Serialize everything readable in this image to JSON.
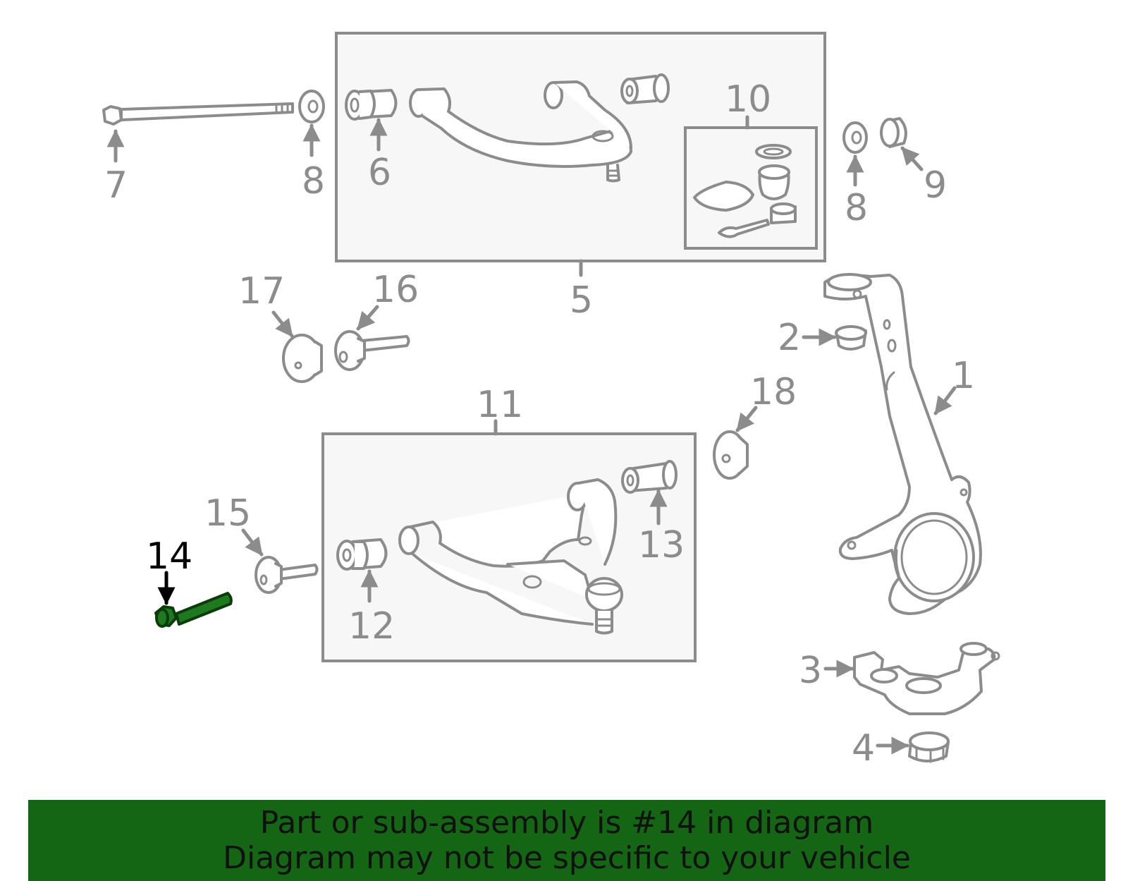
{
  "colors": {
    "part_gray": "#8c8c8c",
    "highlight_part": "#1f7a1f",
    "banner_bg": "#146614",
    "banner_text": "#111111"
  },
  "callouts": {
    "c1": "1",
    "c2": "2",
    "c3": "3",
    "c4": "4",
    "c5": "5",
    "c6": "6",
    "c7": "7",
    "c8a": "8",
    "c8b": "8",
    "c9": "9",
    "c10": "10",
    "c11": "11",
    "c12": "12",
    "c13": "13",
    "c14": "14",
    "c15": "15",
    "c16": "16",
    "c17": "17",
    "c18": "18"
  },
  "highlighted_part": "14",
  "banner": {
    "line1": "Part or sub-assembly is #14 in diagram",
    "line2": "Diagram may not be specific to your vehicle"
  }
}
